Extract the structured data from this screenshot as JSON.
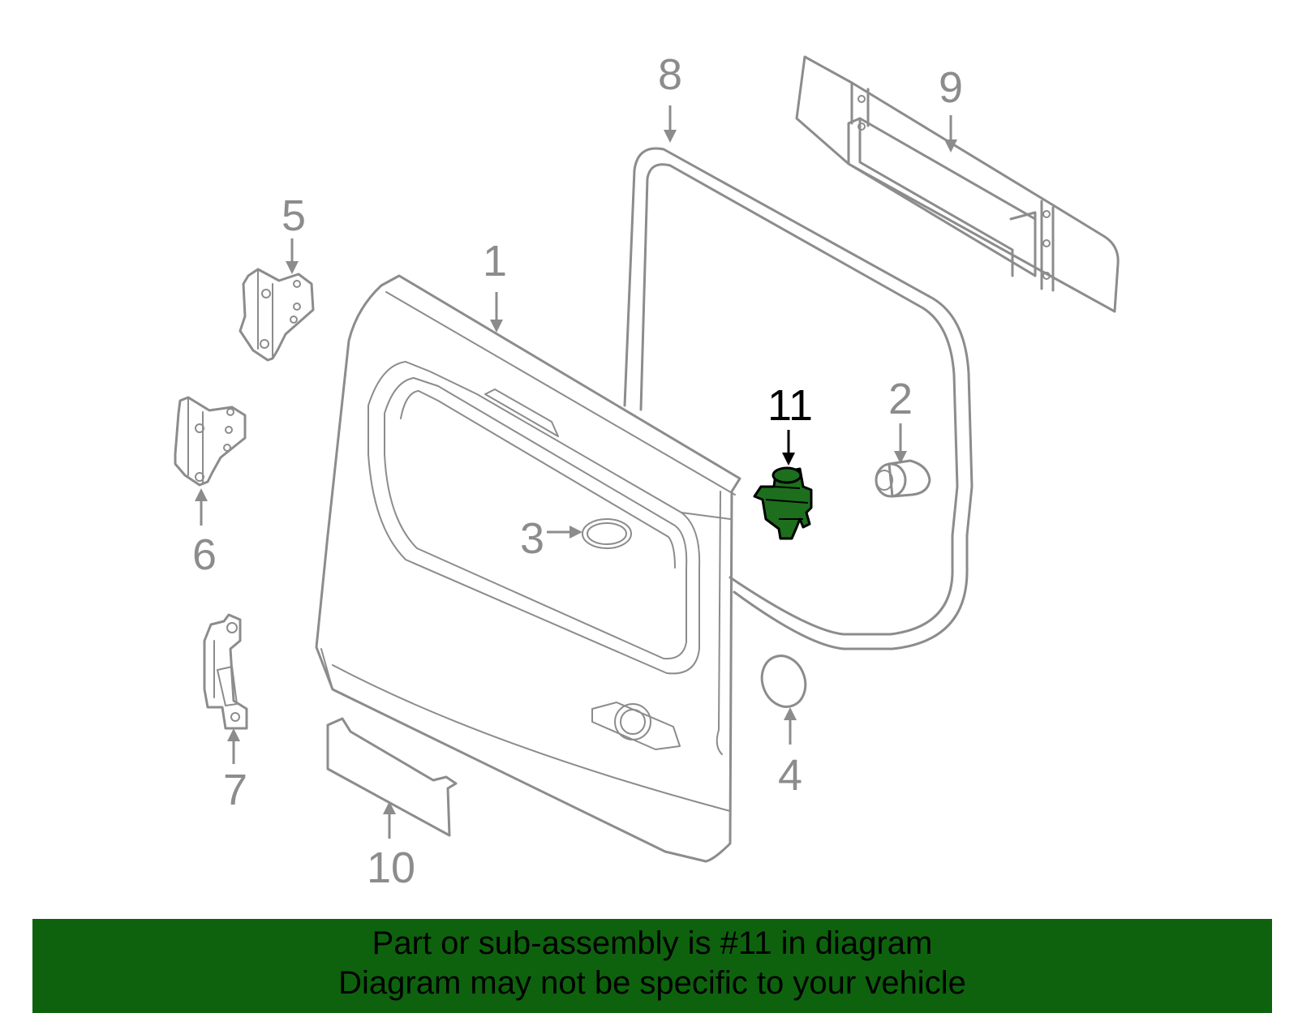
{
  "colors": {
    "part_stroke": "#8c8c8c",
    "highlight_fill": "#1d6f1d",
    "highlight_stroke": "#000000",
    "banner_bg": "#0e620e",
    "banner_text": "#000000"
  },
  "diagram": {
    "highlighted_part": "11",
    "callouts": [
      {
        "id": "1",
        "label": "1"
      },
      {
        "id": "2",
        "label": "2"
      },
      {
        "id": "3",
        "label": "3"
      },
      {
        "id": "4",
        "label": "4"
      },
      {
        "id": "5",
        "label": "5"
      },
      {
        "id": "6",
        "label": "6"
      },
      {
        "id": "7",
        "label": "7"
      },
      {
        "id": "8",
        "label": "8"
      },
      {
        "id": "9",
        "label": "9"
      },
      {
        "id": "10",
        "label": "10"
      },
      {
        "id": "11",
        "label": "11"
      }
    ]
  },
  "banner": {
    "line1": "Part or sub-assembly is #11 in diagram",
    "line2": "Diagram may not be specific to your vehicle"
  }
}
